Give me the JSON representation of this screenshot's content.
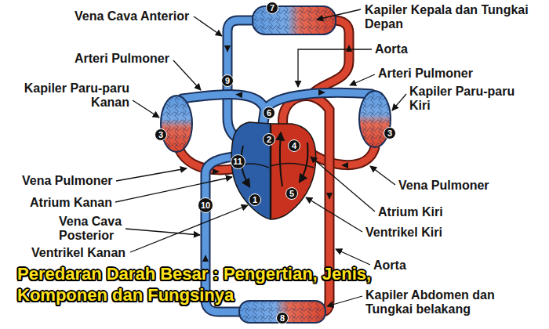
{
  "diagram": {
    "caption": "Peredaran Darah Besar : Pengertian, Jenis, Komponen dan Fungsinya",
    "nodes": [
      {
        "text": [
          "7"
        ]
      },
      {
        "text": [
          "9"
        ]
      },
      {
        "text": [
          "6"
        ]
      },
      {
        "text": [
          "3"
        ]
      },
      {
        "text": [
          "2"
        ]
      },
      {
        "text": [
          "4"
        ]
      },
      {
        "text": [
          "3"
        ]
      },
      {
        "text": [
          "11"
        ]
      },
      {
        "text": [
          "5"
        ]
      },
      {
        "text": [
          "1"
        ]
      },
      {
        "text": [
          "10"
        ]
      },
      {
        "text": [
          "8"
        ]
      }
    ],
    "labels": [
      "Vena Cava Anterior",
      "Kapiler Kepala dan Tungkai Depan",
      "Aorta",
      "Arteri Pulmoner",
      "Arteri Pulmoner",
      "Kapiler Paru-paru Kanan",
      "Kapiler Paru-paru Kiri",
      "Vena Pulmoner",
      "Vena Pulmoner",
      "Atrium Kanan",
      "Atrium Kiri",
      "Ventrikel Kiri",
      "Vena Cava Posterior",
      "Ventrikel Kanan",
      "Aorta",
      "Kapiler Abdomen dan Tungkai belakang"
    ]
  }
}
